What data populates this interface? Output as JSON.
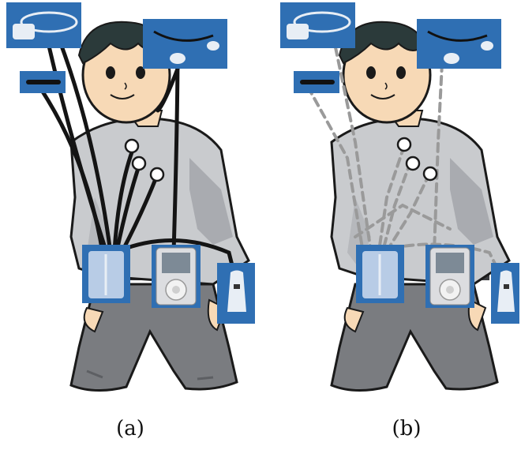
{
  "figure": {
    "panels": [
      {
        "id": "a",
        "caption": "(a)",
        "wiring": "wired"
      },
      {
        "id": "b",
        "caption": "(b)",
        "wiring": "wireless"
      }
    ]
  },
  "colors": {
    "shirt": "#c9cbce",
    "shirt_shadow": "#a9abb0",
    "pants": "#7a7c80",
    "skin": "#f7d9b6",
    "hair": "#2b3a3a",
    "device_blue": "#2f6fb3",
    "cable": "#141414",
    "dashed_path": "#9a9a9a",
    "electrode": "#ffffff"
  },
  "icons": [
    "headset-device-icon",
    "earphone-device-icon",
    "probe-device-icon",
    "sensor-hub-device-icon",
    "media-player-device-icon",
    "phone-device-icon"
  ]
}
